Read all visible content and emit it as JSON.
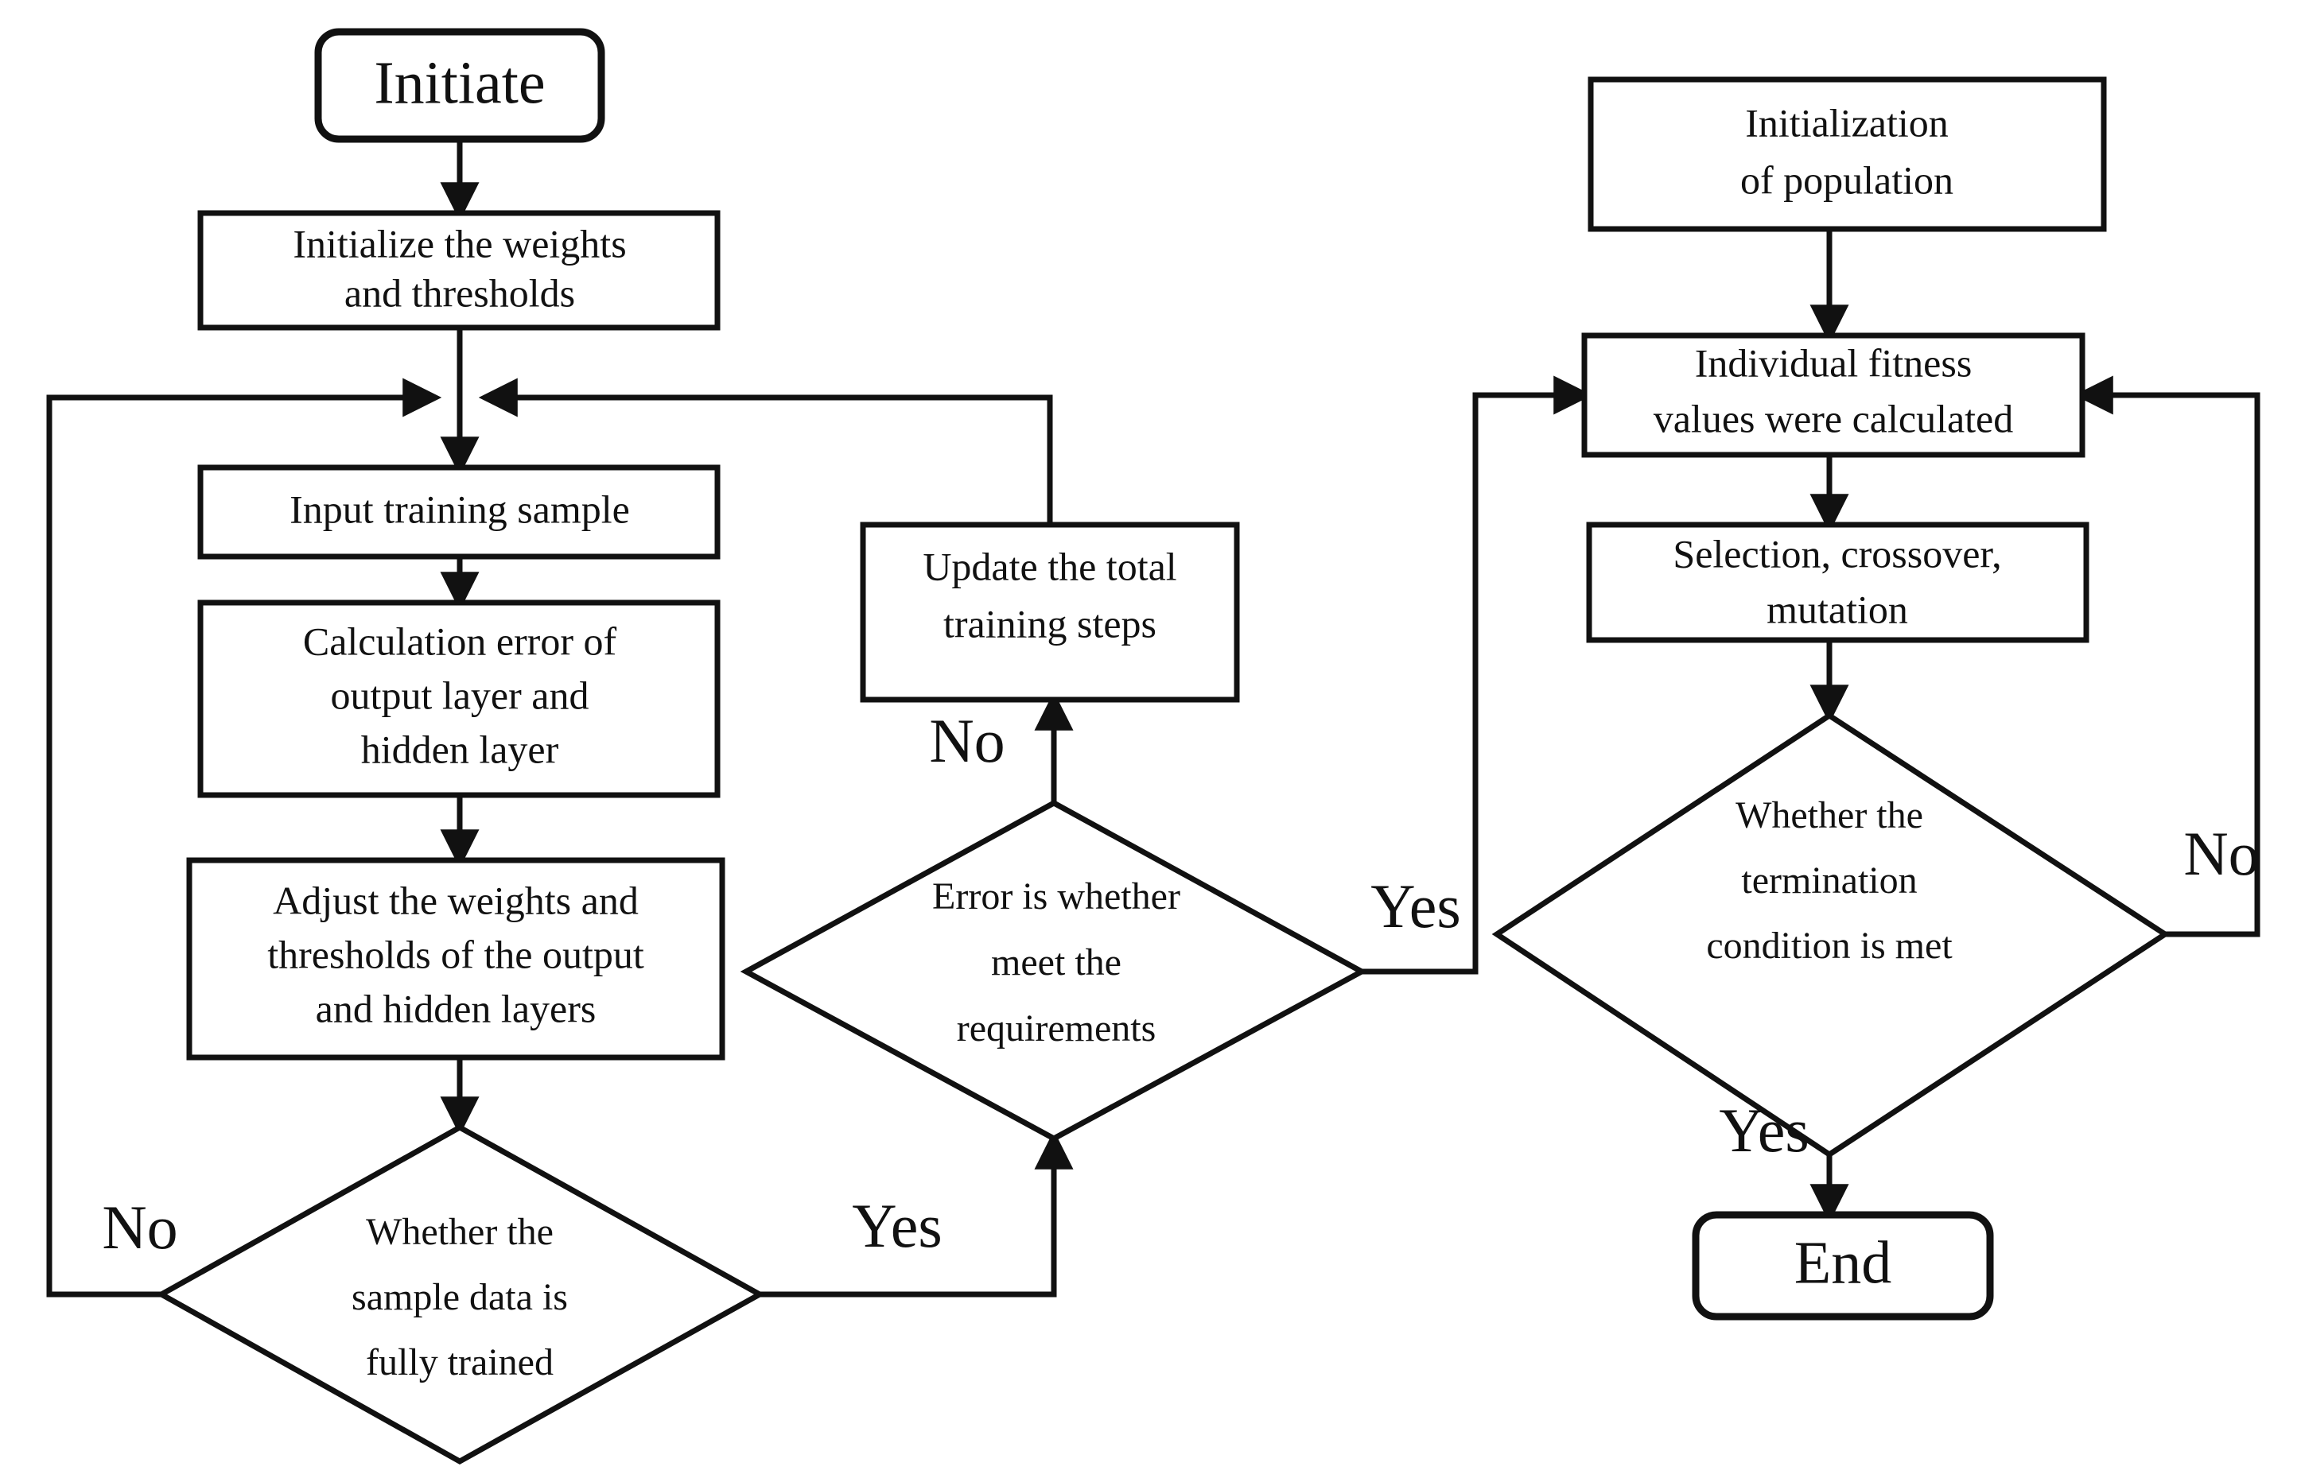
{
  "diagram": {
    "title": "BP neural network training and genetic algorithm optimization flowchart",
    "background_color": "#ffffff",
    "line_color": "#111111"
  },
  "nodes": {
    "initiate": {
      "label": "Initiate",
      "type": "terminator"
    },
    "init_weights": {
      "line1": "Initialize the weights",
      "line2": "and thresholds",
      "type": "process"
    },
    "input_sample": {
      "label": "Input training sample",
      "type": "process"
    },
    "calc_error": {
      "line1": "Calculation error of",
      "line2": "output layer and",
      "line3": "hidden layer",
      "type": "process"
    },
    "adjust_weights": {
      "line1": "Adjust the weights and",
      "line2": "thresholds of the output",
      "line3": "and hidden layers",
      "type": "process"
    },
    "sample_trained": {
      "line1": "Whether the",
      "line2": "sample data is",
      "line3": "fully trained",
      "type": "decision"
    },
    "update_steps": {
      "line1": "Update the total",
      "line2": "training steps",
      "type": "process"
    },
    "error_meets": {
      "line1": "Error is whether",
      "line2": "meet the",
      "line3": "requirements",
      "type": "decision"
    },
    "init_population": {
      "line1": "Initialization",
      "line2": "of population",
      "type": "process"
    },
    "fitness_values": {
      "line1": "Individual fitness",
      "line2": "values were calculated",
      "type": "process"
    },
    "selection": {
      "line1": "Selection, crossover,",
      "line2": "mutation",
      "type": "process"
    },
    "termination": {
      "line1": "Whether the",
      "line2": "termination",
      "line3": "condition is met",
      "type": "decision"
    },
    "end": {
      "label": "End",
      "type": "terminator"
    }
  },
  "edge_labels": {
    "sample_trained_no": "No",
    "sample_trained_yes": "Yes",
    "error_no": "No",
    "error_yes": "Yes",
    "termination_no": "No",
    "termination_yes": "Yes"
  }
}
